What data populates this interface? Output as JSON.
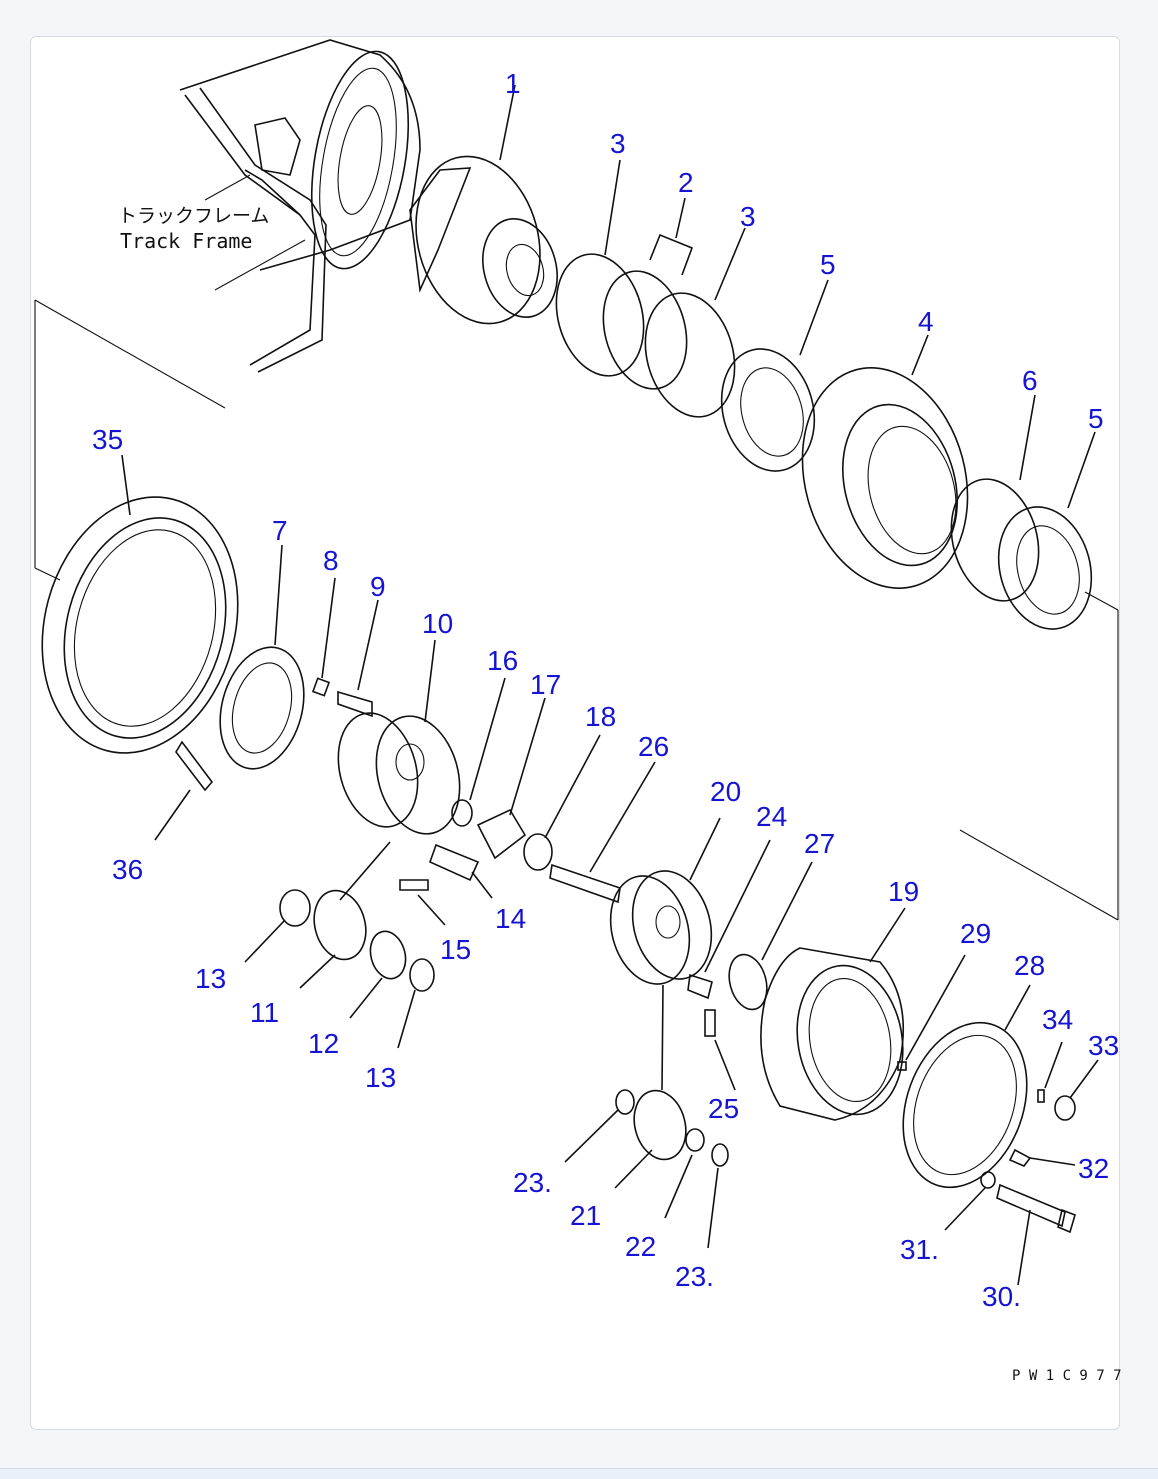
{
  "diagram": {
    "frame_label_jp": "トラックフレーム",
    "frame_label_en": "Track Frame",
    "drawing_code": "P W 1 C 9 7 7",
    "callouts": [
      "1",
      "2",
      "3",
      "3",
      "4",
      "5",
      "5",
      "6",
      "7",
      "8",
      "9",
      "10",
      "11",
      "12",
      "13",
      "13",
      "14",
      "15",
      "16",
      "17",
      "18",
      "19",
      "20",
      "21",
      "22",
      "23.",
      "23.",
      "24",
      "25",
      "26",
      "27",
      "28",
      "29",
      "30.",
      "31.",
      "32",
      "33",
      "34",
      "35",
      "36"
    ]
  },
  "colors": {
    "callout": "#1414d2",
    "line": "#111111",
    "card_border": "#d6dbe2"
  }
}
